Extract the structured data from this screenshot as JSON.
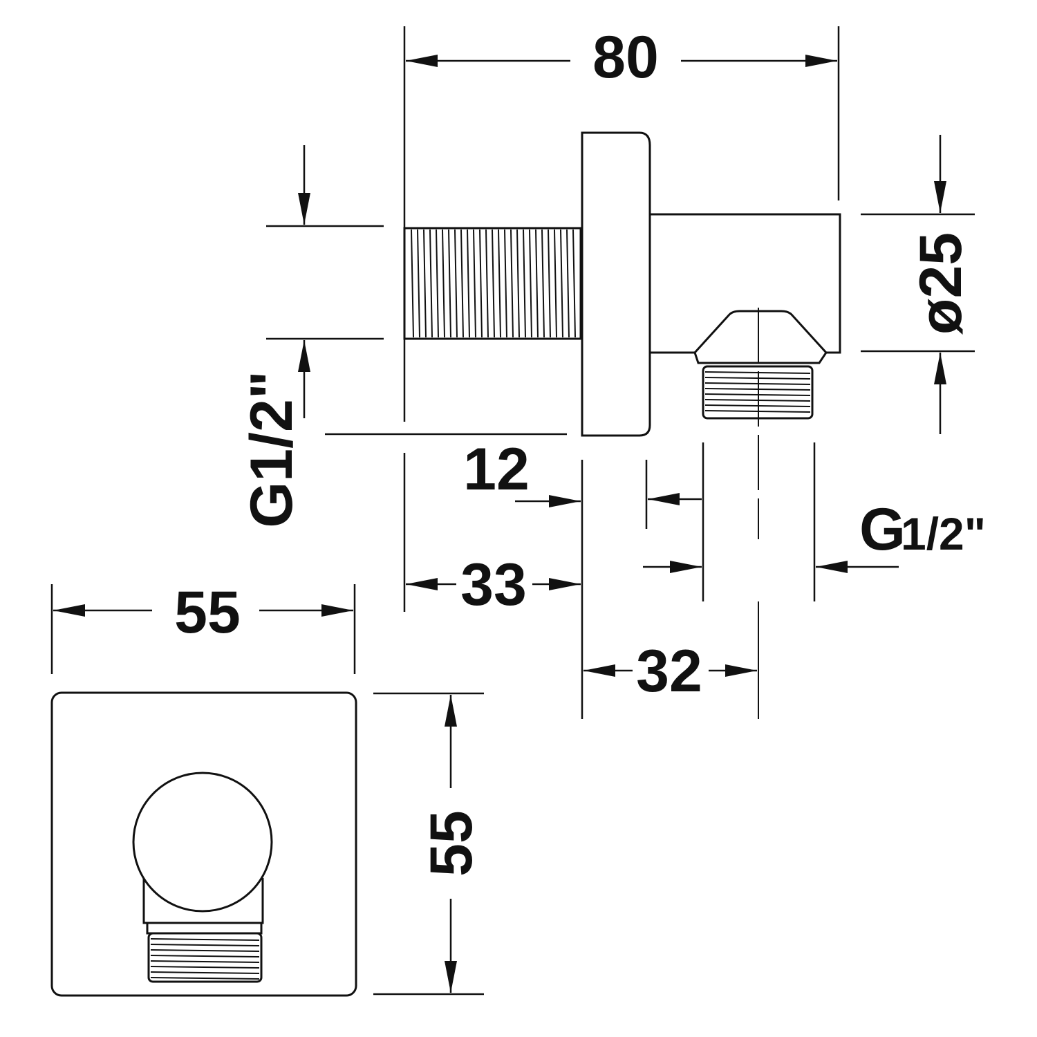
{
  "drawing": {
    "dimensions": {
      "overall_length": "80",
      "outlet_diameter": "ø25",
      "inlet_thread": "G1/2\"",
      "flange_thickness": "12",
      "inlet_length": "33",
      "outlet_offset": "32",
      "outlet_thread_g": "G",
      "outlet_thread_size": "1/2\"",
      "front_width": "55",
      "front_height": "55"
    },
    "line_color": "#111111",
    "background": "#ffffff"
  }
}
